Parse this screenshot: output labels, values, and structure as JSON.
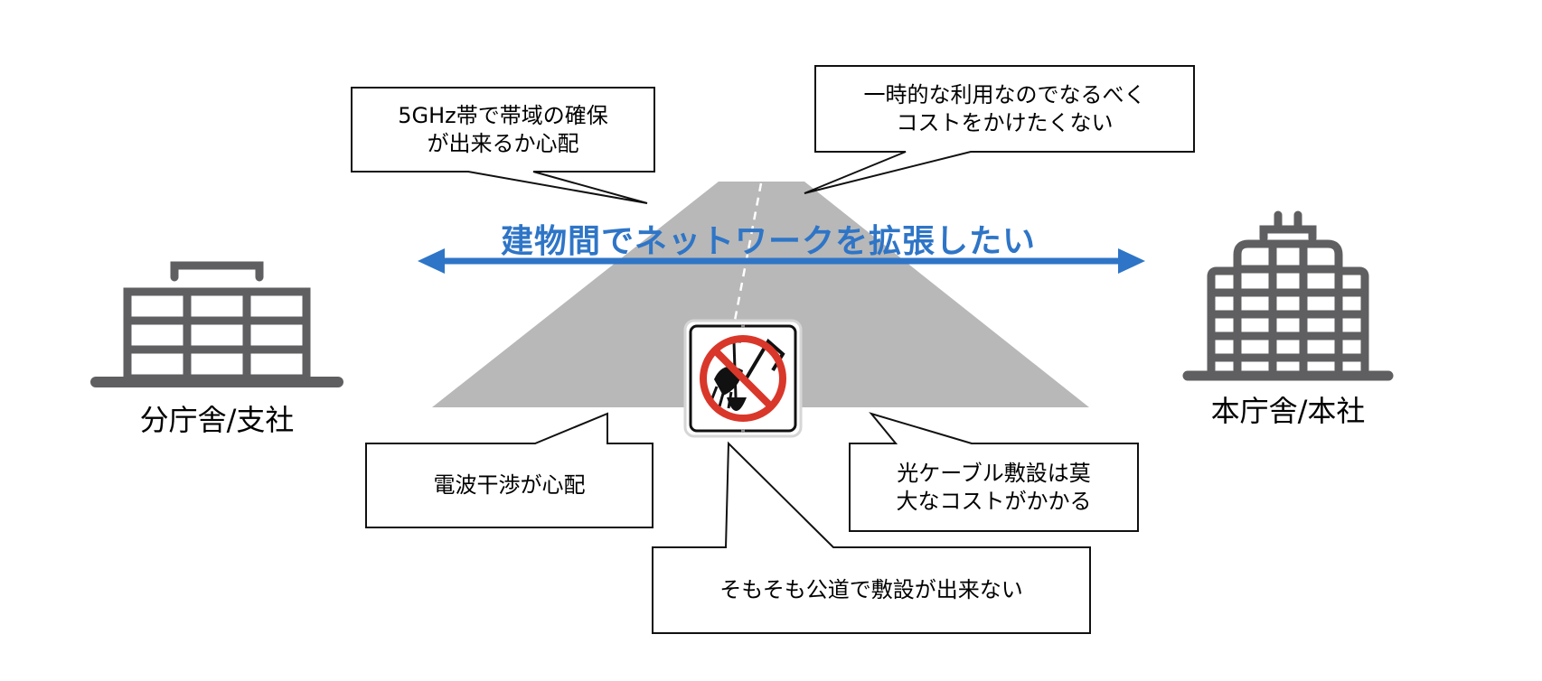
{
  "diagram": {
    "title": "建物間でネットワークを拡張したい",
    "left_building": {
      "label": "分庁舎/支社",
      "icon": "office-building-icon"
    },
    "right_building": {
      "label": "本庁舎/本社",
      "icon": "headquarters-building-icon"
    },
    "sign": {
      "icon": "no-digging-sign-icon"
    },
    "callouts": {
      "bandwidth": {
        "line1": "5GHz帯で帯域の確保",
        "line2": "が出来るか心配"
      },
      "cost": {
        "line1": "一時的な利用なのでなるべく",
        "line2": "コストをかけたくない"
      },
      "interference": {
        "line1": "電波干渉が心配"
      },
      "fiber": {
        "line1": "光ケーブル敷設は莫",
        "line2": "大なコストがかかる"
      },
      "public_road": {
        "line1": "そもそも公道で敷設が出来ない"
      }
    },
    "colors": {
      "arrow": "#2E75C7",
      "road": "#B8B8B8",
      "building": "#5F5F61",
      "sign_red": "#D9372A"
    }
  }
}
